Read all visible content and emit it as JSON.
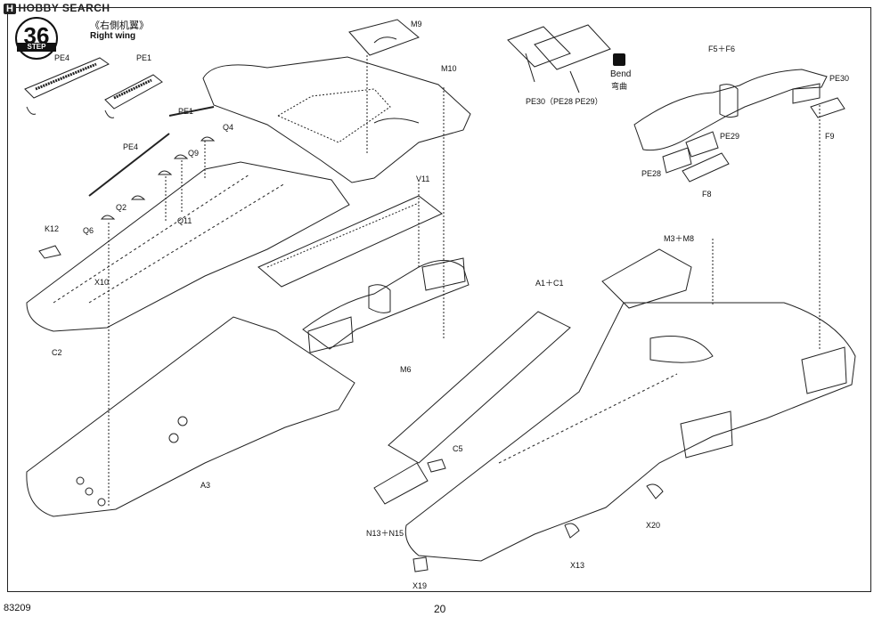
{
  "header": {
    "watermark_prefix": "H",
    "watermark": "HOBBY SEARCH",
    "step_number": "36",
    "step_word": "STEP",
    "subtitle_cn": "《右側机翼》",
    "subtitle_en": "Right wing"
  },
  "bend_note": {
    "en": "Bend",
    "cn": "弯曲"
  },
  "part_labels": [
    "PE4",
    "PE1",
    "M9",
    "M10",
    "PE30（PE28 PE29）",
    "F5＋F6",
    "PE30",
    "F9",
    "PE29",
    "PE28",
    "F8",
    "PE1",
    "Q4",
    "PE4",
    "Q9",
    "Q2",
    "Q11",
    "Q6",
    "K12",
    "X10",
    "C2",
    "V11",
    "M6",
    "A1＋C1",
    "M3＋M8",
    "C5",
    "N13＋N15",
    "A3",
    "X20",
    "X13",
    "X19"
  ],
  "footer": {
    "kit_number": "83209",
    "page_number": "20"
  }
}
